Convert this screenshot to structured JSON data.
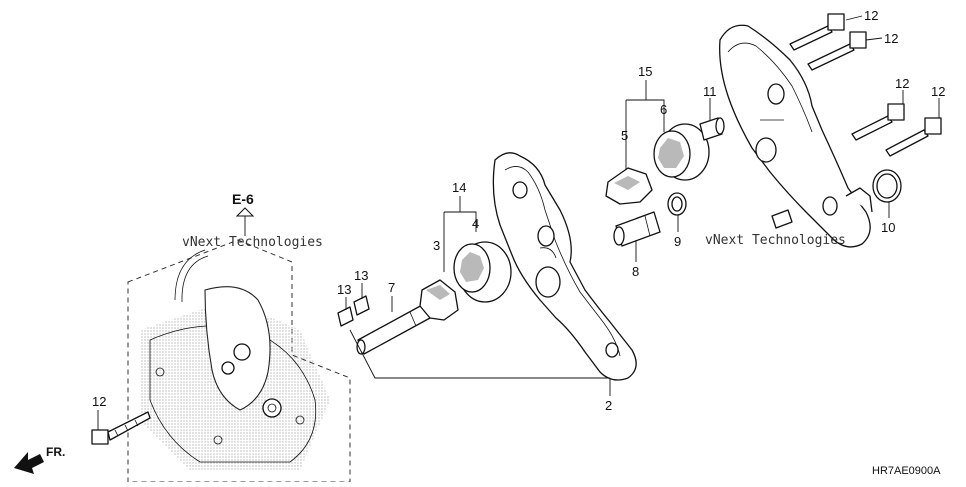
{
  "diagram": {
    "section_ref": "E-6",
    "diagram_code": "HR7AE0900A",
    "direction_label": "FR.",
    "watermark": "vNext Technologies",
    "callouts": {
      "c2": "2",
      "c3": "3",
      "c4": "4",
      "c5": "5",
      "c6": "6",
      "c7": "7",
      "c8": "8",
      "c9": "9",
      "c10": "10",
      "c11": "11",
      "c12a": "12",
      "c12b": "12",
      "c12c": "12",
      "c12d": "12",
      "c12e": "12",
      "c13a": "13",
      "c13b": "13",
      "c14": "14",
      "c15": "15"
    }
  }
}
